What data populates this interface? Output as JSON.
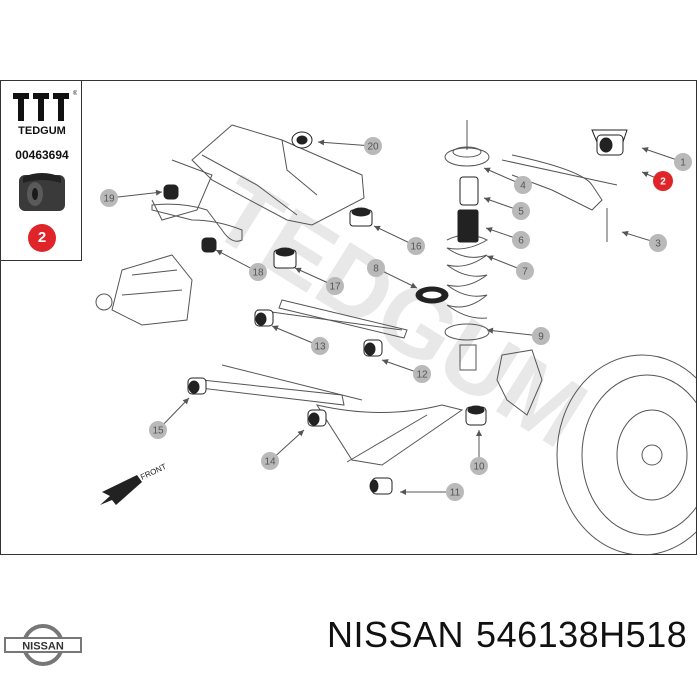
{
  "legend": {
    "brand": "TEDGUM",
    "registered": "®",
    "part_code": "00463694",
    "badge": "2"
  },
  "watermark": "TEDGUM",
  "front_label": "FRONT",
  "callouts": [
    "1",
    "2",
    "3",
    "4",
    "5",
    "6",
    "7",
    "8",
    "9",
    "10",
    "11",
    "12",
    "13",
    "14",
    "15",
    "16",
    "17",
    "18",
    "19",
    "20"
  ],
  "highlight_callout": "2",
  "colors": {
    "callout": "#b9b9b9",
    "highlight": "#e0252a",
    "line": "#555555",
    "watermark": "#e6e6e6"
  },
  "footer": {
    "logo": "NISSAN",
    "brand": "NISSAN",
    "part_number": "546138H518"
  }
}
